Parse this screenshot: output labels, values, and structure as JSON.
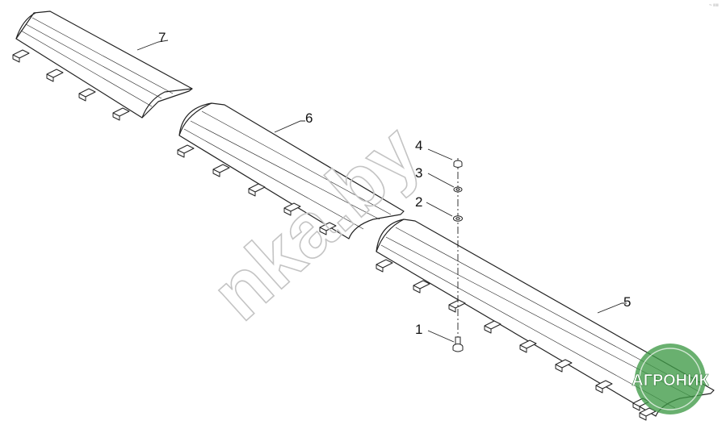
{
  "diagram": {
    "callouts": [
      {
        "id": "callout-1",
        "label": "1"
      },
      {
        "id": "callout-2",
        "label": "2"
      },
      {
        "id": "callout-3",
        "label": "3"
      },
      {
        "id": "callout-4",
        "label": "4"
      },
      {
        "id": "callout-5",
        "label": "5"
      },
      {
        "id": "callout-6",
        "label": "6"
      },
      {
        "id": "callout-7",
        "label": "7"
      }
    ],
    "corner_mark": "~ ıııı"
  },
  "watermark": {
    "text": "nka.by"
  },
  "badge": {
    "text": "АГРОНИК",
    "color": "#3f9a47"
  }
}
